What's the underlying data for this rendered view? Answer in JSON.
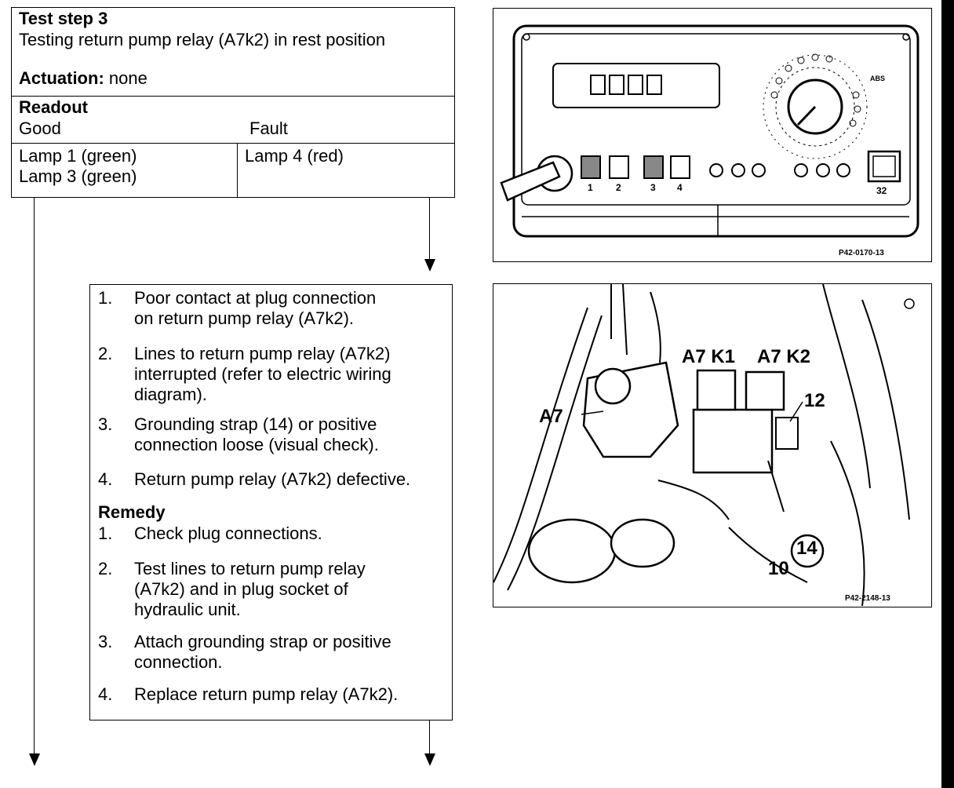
{
  "test_step": {
    "title": "Test step 3",
    "description": "Testing return pump relay (A7k2) in rest position",
    "actuation_label": "Actuation:",
    "actuation_value": "none",
    "readout_label": "Readout",
    "good_label": "Good",
    "fault_label": "Fault",
    "good_lines": [
      "Lamp 1 (green)",
      "Lamp 3 (green)"
    ],
    "fault_lines": [
      "Lamp 4 (red)"
    ]
  },
  "causes": [
    {
      "num": "1.",
      "text": "Poor contact at plug connection\non return pump relay (A7k2)."
    },
    {
      "num": "2.",
      "text": "Lines to return pump relay (A7k2)\ninterrupted (refer to electric wiring\ndiagram)."
    },
    {
      "num": "3.",
      "text": "Grounding strap (14) or positive\nconnection loose (visual check)."
    },
    {
      "num": "4.",
      "text": "Return pump relay (A7k2) defective."
    }
  ],
  "remedy": {
    "label": "Remedy",
    "items": [
      {
        "num": "1.",
        "text": "Check plug connections."
      },
      {
        "num": "2.",
        "text": "Test lines to return pump relay\n(A7k2) and in plug socket of\nhydraulic unit."
      },
      {
        "num": "3.",
        "text": "Attach grounding strap or positive\nconnection."
      },
      {
        "num": "4.",
        "text": "Replace return pump relay (A7k2)."
      }
    ]
  },
  "tester_figure": {
    "ref": "P42-0170-13",
    "lamp_labels": [
      "1",
      "2",
      "3",
      "4",
      "32"
    ],
    "dial_label": "ABS"
  },
  "engine_figure": {
    "ref": "P42-2148-13",
    "labels": [
      "A7 K1",
      "A7 K2",
      "A7",
      "12",
      "14",
      "10"
    ]
  }
}
